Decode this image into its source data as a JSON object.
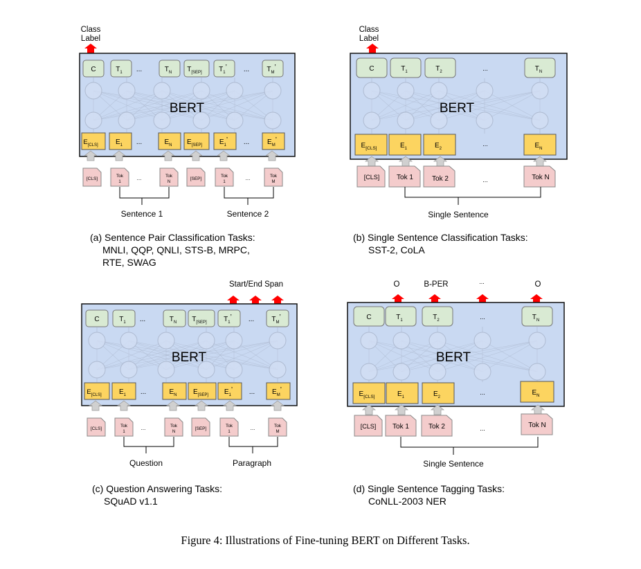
{
  "figure_caption": "Figure 4: Illustrations of Fine-tuning BERT on Different Tasks.",
  "panels": [
    {
      "id": "a",
      "model_label": "BERT",
      "top_label_lines": [
        "Class",
        "Label"
      ],
      "tokens": [
        "[CLS]",
        "Tok 1",
        "...",
        "Tok N",
        "[SEP]",
        "Tok 1",
        "...",
        "Tok M"
      ],
      "groups": [
        "Sentence 1",
        "Sentence 2"
      ],
      "caption_line1": "(a) Sentence Pair Classification Tasks:",
      "caption_line2": "MNLI, QQP, QNLI, STS-B, MRPC,",
      "caption_line3": "RTE, SWAG"
    },
    {
      "id": "b",
      "model_label": "BERT",
      "top_label_lines": [
        "Class",
        "Label"
      ],
      "tokens": [
        "[CLS]",
        "Tok 1",
        "Tok 2",
        "...",
        "Tok N"
      ],
      "groups": [
        "Single Sentence"
      ],
      "caption_line1": "(b) Single Sentence Classification Tasks:",
      "caption_line2": "SST-2, CoLA"
    },
    {
      "id": "c",
      "model_label": "BERT",
      "top_label": "Start/End Span",
      "tokens": [
        "[CLS]",
        "Tok 1",
        "...",
        "Tok N",
        "[SEP]",
        "Tok 1",
        "...",
        "Tok M"
      ],
      "groups": [
        "Question",
        "Paragraph"
      ],
      "caption_line1": "(c) Question Answering Tasks:",
      "caption_line2": "SQuAD v1.1"
    },
    {
      "id": "d",
      "model_label": "BERT",
      "output_tags": [
        "O",
        "B-PER",
        "...",
        "O"
      ],
      "tokens": [
        "[CLS]",
        "Tok 1",
        "Tok 2",
        "...",
        "Tok N"
      ],
      "groups": [
        "Single Sentence"
      ],
      "caption_line1": "(d) Single Sentence Tagging Tasks:",
      "caption_line2": "CoNLL-2003 NER"
    }
  ],
  "colors": {
    "bert_fill": "#c9d9f2",
    "output_fill": "#d9ead3",
    "embed_fill": "#fcd460",
    "token_fill": "#f4cccc",
    "arrow_red": "#ff0000",
    "arrow_gray": "#cccccc"
  }
}
